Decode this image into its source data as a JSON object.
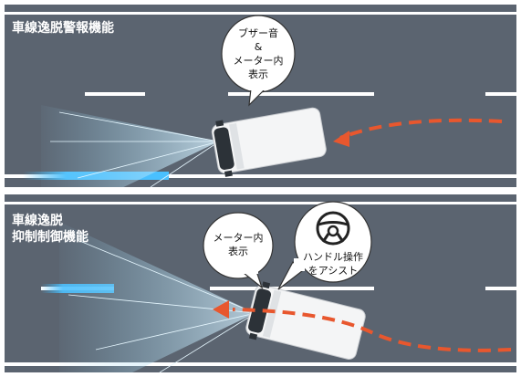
{
  "panels": [
    {
      "title": "車線逸脱警報機能",
      "bubble": {
        "line1": "ブザー音",
        "line2": "&",
        "line3": "メーター内",
        "line4": "表示"
      }
    },
    {
      "title": "車線逸脱\n抑制制御機能",
      "bubble_left": {
        "line1": "メーター内",
        "line2": "表示"
      },
      "bubble_right": {
        "icon": "steering-wheel-icon",
        "line1": "ハンドル操作",
        "line2": "をアシスト"
      }
    }
  ],
  "colors": {
    "road": "#5b6470",
    "lane_line": "#ffffff",
    "path_arrow": "#e8572e",
    "sensor_light": "#9ed8f0",
    "lane_glow": "#3fb8f5"
  }
}
